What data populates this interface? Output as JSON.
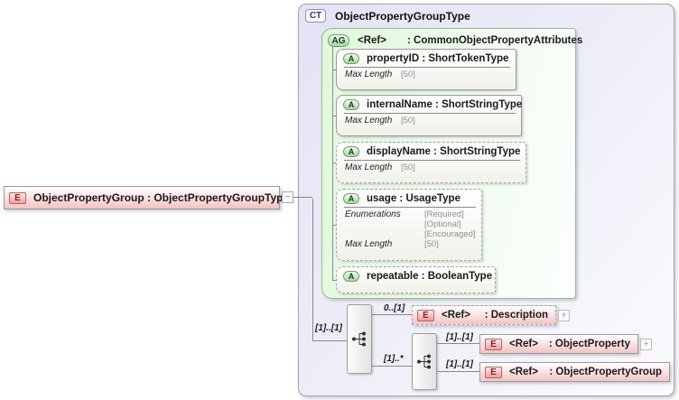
{
  "element": {
    "badge": "E",
    "label": "ObjectPropertyGroup : ObjectPropertyGroupType"
  },
  "connector": {
    "collapse_glyph": "−"
  },
  "complex_type": {
    "badge": "CT",
    "title": "ObjectPropertyGroupType",
    "attribute_group": {
      "badge": "AG",
      "ref": "<Ref>",
      "type": ": CommonObjectPropertyAttributes",
      "attribute_badge": "A",
      "attributes": [
        {
          "label": "propertyID : ShortTokenType",
          "facets": [
            {
              "name": "Max Length",
              "values": [
                "[50]"
              ]
            }
          ]
        },
        {
          "label": "internalName : ShortStringType",
          "facets": [
            {
              "name": "Max Length",
              "values": [
                "[50]"
              ]
            }
          ]
        },
        {
          "label": "displayName : ShortStringType",
          "facets": [
            {
              "name": "Max Length",
              "values": [
                "[50]"
              ]
            }
          ]
        },
        {
          "label": "usage : UsageType",
          "facets": [
            {
              "name": "Enumerations",
              "values": [
                "[Required]",
                "[Optional]",
                "[Encouraged]"
              ]
            },
            {
              "name": "Max Length",
              "values": [
                "[50]"
              ]
            }
          ]
        },
        {
          "label": "repeatable : BooleanType",
          "facets": []
        }
      ]
    },
    "content": {
      "root_cardinality": "[1]..[1]",
      "group_cardinality": "[1]..*",
      "description": {
        "badge": "E",
        "ref": "<Ref>",
        "type": ": Description",
        "cardinality": "0..[1]",
        "expand": "+"
      },
      "object_property": {
        "badge": "E",
        "ref": "<Ref>",
        "type": ": ObjectProperty",
        "cardinality": "[1]..[1]",
        "expand": "+"
      },
      "object_property_group": {
        "badge": "E",
        "ref": "<Ref>",
        "type": ": ObjectPropertyGroup",
        "cardinality": "[1]..[1]"
      }
    }
  }
}
